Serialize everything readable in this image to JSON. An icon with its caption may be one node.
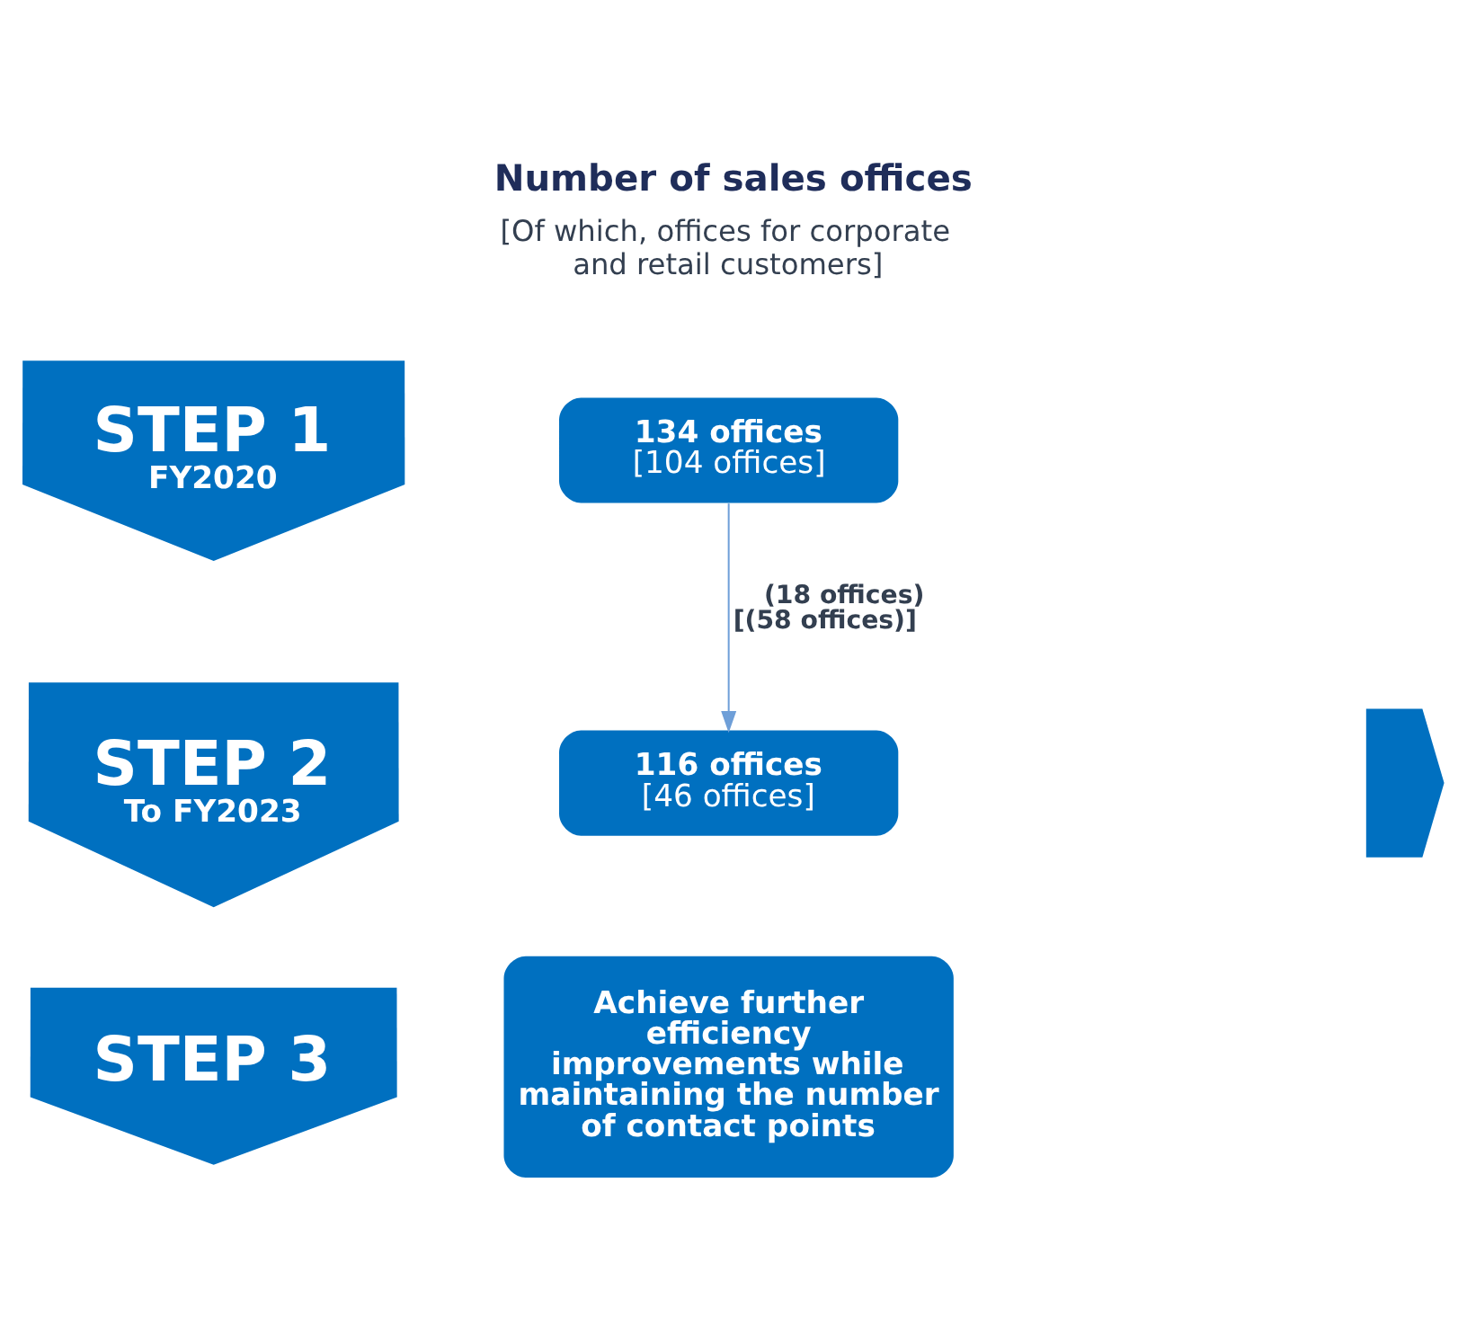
{
  "diagram": {
    "title": "Number of sales offices",
    "nodes": [
      {
        "text": [
          "STEP 1",
          "FY2020"
        ]
      },
      {
        "text": [
          "134 offices",
          "[104 offices]"
        ]
      },
      {
        "text": [
          "STEP 2",
          "To FY2023"
        ]
      },
      {
        "text": [
          "116 offices",
          "[46 offices]"
        ]
      },
      {
        "text": [
          "STEP 3"
        ]
      },
      {
        "text": [
          "Achieve further efficiency improvements while maintaining the number of contact points"
        ]
      },
      {
        "text": [],
        "shape": "chevron"
      }
    ],
    "edges": [
      {
        "from": 1,
        "to": 3,
        "arrow": "to",
        "label": "(18 offices) [(58 offices)]"
      }
    ],
    "labels": [
      "[Of which, offices for corporate and retail customers]"
    ]
  }
}
